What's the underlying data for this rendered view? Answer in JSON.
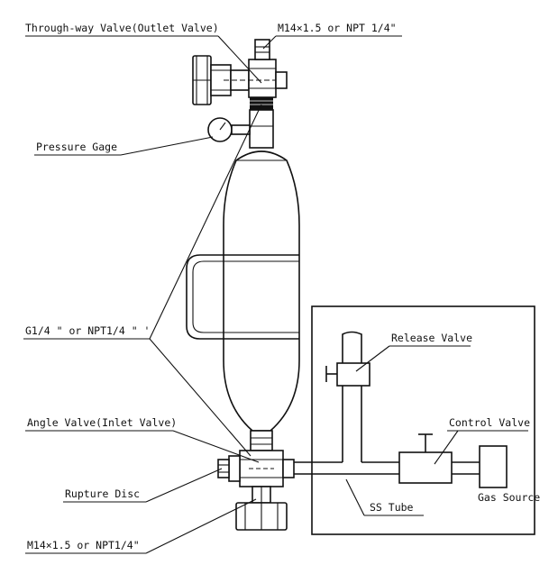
{
  "labels": {
    "through_way_valve": "Through-way Valve(Outlet Valve)",
    "outlet_thread": "M14×1.5 or NPT 1/4\"",
    "pressure_gage": "Pressure Gage",
    "g14": "G1/4 \" or NPT1/4 \" '",
    "release_valve": "Release Valve",
    "control_valve": "Control Valve",
    "angle_valve": "Angle Valve(Inlet Valve)",
    "rupture_disc": "Rupture Disc",
    "gas_source": "Gas Source",
    "ss_tube": "SS Tube",
    "inlet_thread": "M14×1.5 or NPT1/4\""
  }
}
